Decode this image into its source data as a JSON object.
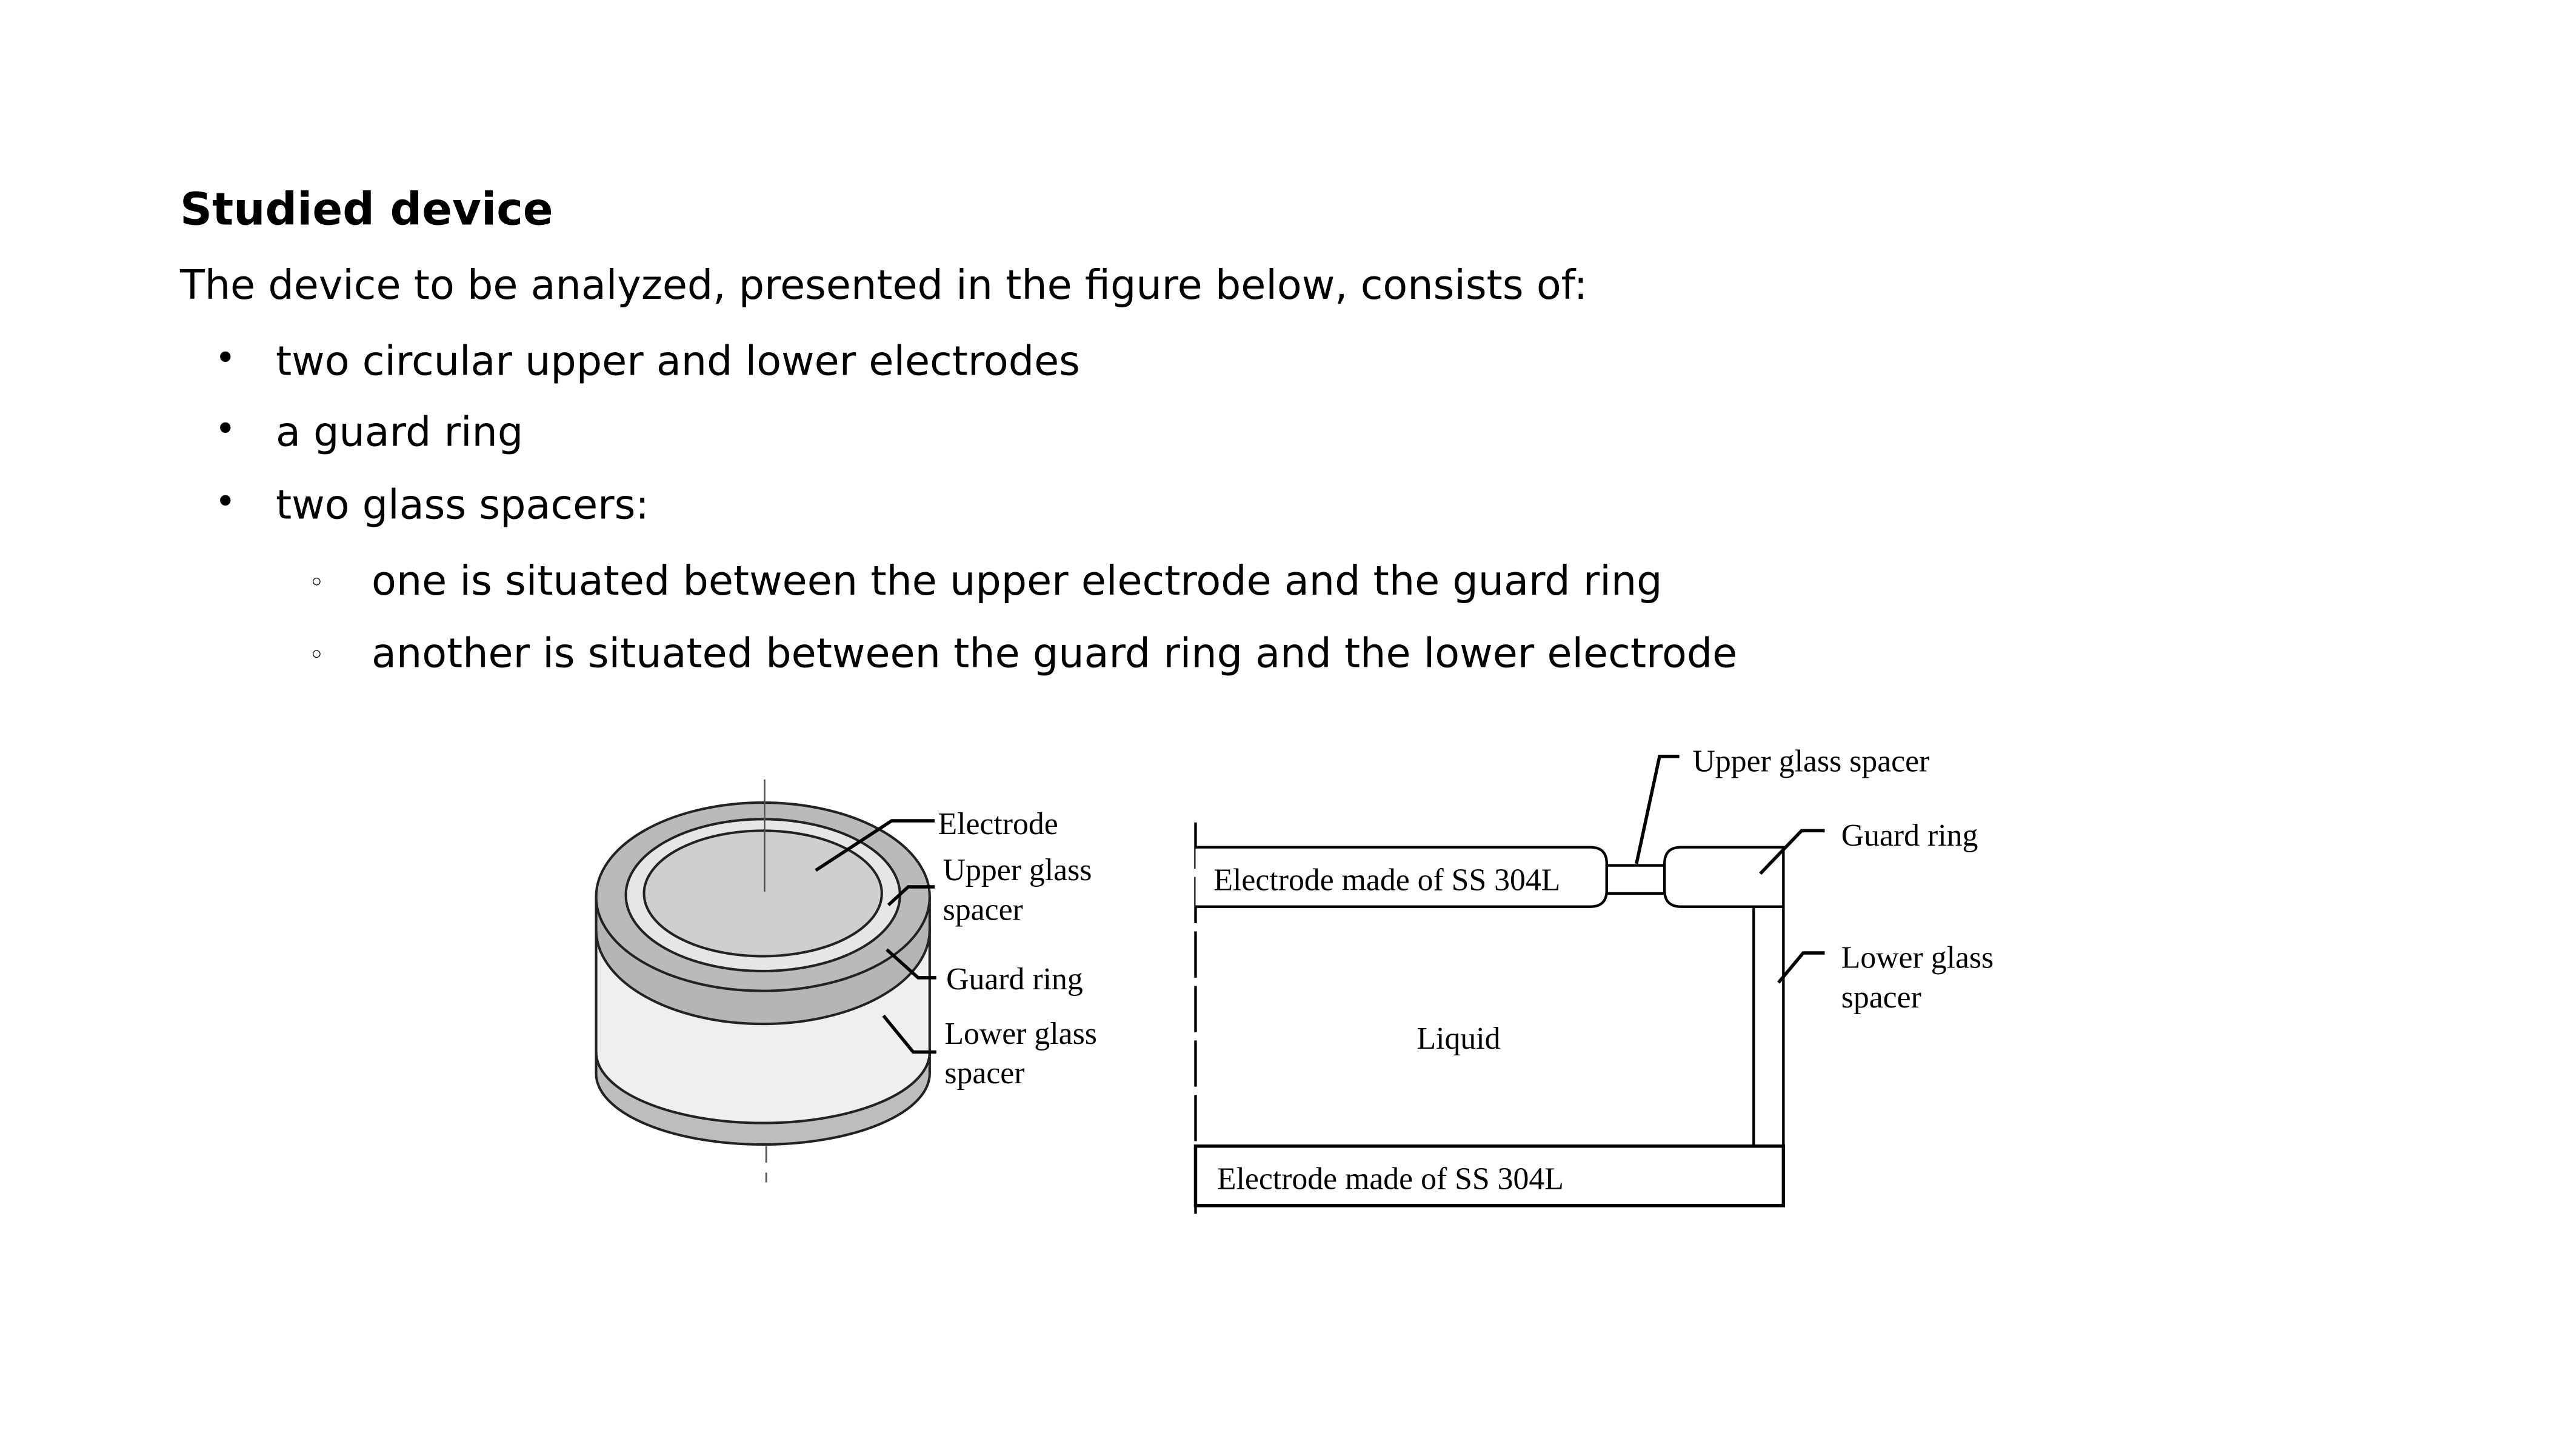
{
  "heading": "Studied device",
  "intro": "The device to be analyzed, presented in the figure below, consists of:",
  "bullets": [
    "two circular upper and lower electrodes",
    "a guard ring",
    "two glass spacers:"
  ],
  "sub_bullets": [
    "one is situated between the upper electrode and the guard ring",
    "another is situated between the guard ring and the lower electrode"
  ],
  "bullet_symbol": "•",
  "sub_bullet_symbol": "◦",
  "figure_left": {
    "electrode": "Electrode",
    "upper_glass_1": "Upper glass",
    "upper_glass_2": "spacer",
    "guard_ring": "Guard ring",
    "lower_glass_1": "Lower glass",
    "lower_glass_2": "spacer"
  },
  "figure_right": {
    "top_electrode": "Electrode made of SS 304L",
    "bottom_electrode": "Electrode made of SS 304L",
    "liquid": "Liquid",
    "upper_glass_spacer": "Upper glass spacer",
    "guard_ring": "Guard ring",
    "lower_glass_1": "Lower glass",
    "lower_glass_2": "spacer"
  }
}
